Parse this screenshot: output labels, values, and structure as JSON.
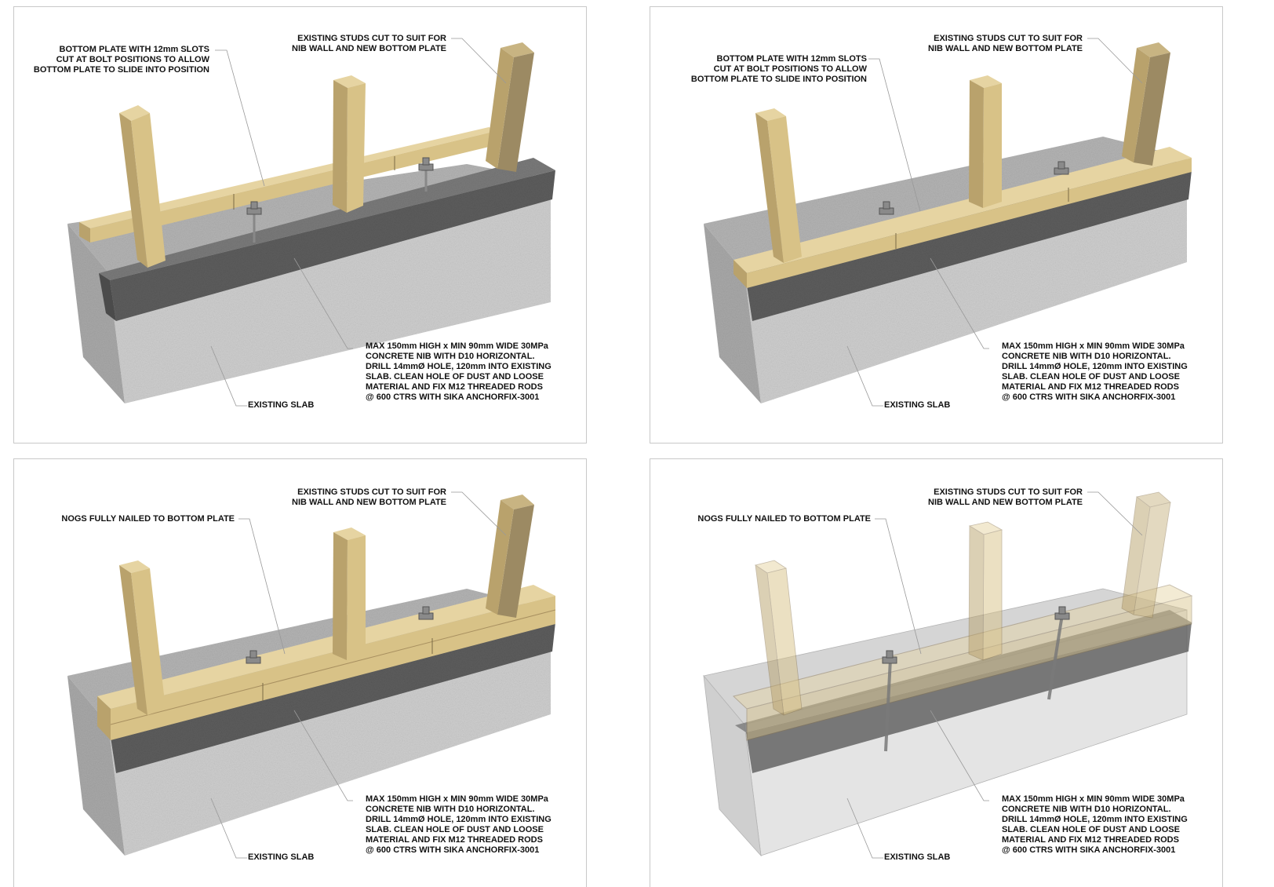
{
  "panels": [
    {
      "label_plate": "BOTTOM PLATE WITH 12mm SLOTS\nCUT AT BOLT POSITIONS TO ALLOW\nBOTTOM PLATE TO SLIDE INTO POSITION",
      "label_studs": "EXISTING STUDS CUT TO SUIT FOR\nNIB WALL AND NEW BOTTOM PLATE",
      "label_nib": "MAX 150mm HIGH x MIN 90mm WIDE 30MPa\nCONCRETE NIB WITH D10 HORIZONTAL.\nDRILL 14mmØ HOLE, 120mm INTO EXISTING\nSLAB. CLEAN HOLE OF DUST AND LOOSE\nMATERIAL AND FIX M12 THREADED RODS\n@ 600 CTRS WITH SIKA ANCHORFIX-3001",
      "label_slab": "EXISTING SLAB"
    },
    {
      "label_plate": "BOTTOM PLATE WITH 12mm SLOTS\nCUT AT BOLT POSITIONS TO ALLOW\nBOTTOM PLATE TO SLIDE INTO POSITION",
      "label_studs": "EXISTING STUDS CUT TO SUIT FOR\nNIB WALL AND NEW BOTTOM PLATE",
      "label_nib": "MAX 150mm HIGH x MIN 90mm WIDE 30MPa\nCONCRETE NIB WITH D10 HORIZONTAL.\nDRILL 14mmØ HOLE, 120mm INTO EXISTING\nSLAB. CLEAN HOLE OF DUST AND LOOSE\nMATERIAL AND FIX M12 THREADED RODS\n@ 600 CTRS WITH SIKA ANCHORFIX-3001",
      "label_slab": "EXISTING SLAB"
    },
    {
      "label_plate": "NOGS FULLY NAILED TO BOTTOM PLATE",
      "label_studs": "EXISTING STUDS CUT TO SUIT FOR\nNIB WALL AND NEW BOTTOM PLATE",
      "label_nib": "MAX 150mm HIGH x MIN 90mm WIDE 30MPa\nCONCRETE NIB WITH D10 HORIZONTAL.\nDRILL 14mmØ HOLE, 120mm INTO EXISTING\nSLAB. CLEAN HOLE OF DUST AND LOOSE\nMATERIAL AND FIX M12 THREADED RODS\n@ 600 CTRS WITH SIKA ANCHORFIX-3001",
      "label_slab": "EXISTING SLAB"
    },
    {
      "label_plate": "NOGS FULLY NAILED TO BOTTOM PLATE",
      "label_studs": "EXISTING STUDS CUT TO SUIT FOR\nNIB WALL AND NEW BOTTOM PLATE",
      "label_nib": "MAX 150mm HIGH x MIN 90mm WIDE 30MPa\nCONCRETE NIB WITH D10 HORIZONTAL.\nDRILL 14mmØ HOLE, 120mm INTO EXISTING\nSLAB. CLEAN HOLE OF DUST AND LOOSE\nMATERIAL AND FIX M12 THREADED RODS\n@ 600 CTRS WITH SIKA ANCHORFIX-3001",
      "label_slab": "EXISTING SLAB"
    }
  ],
  "colors": {
    "timber_top": "#e6d4a2",
    "timber_front": "#d8c287",
    "timber_side": "#b9a26c",
    "stud_dark": "#9c8a63",
    "nib_front": "#5d5d5d",
    "nib_top": "#7a7a7a",
    "slab_top": "#b4b4b4",
    "slab_front": "#cfcfcf",
    "slab_side": "#a9a9a9",
    "bolt": "#8a8a8a"
  }
}
